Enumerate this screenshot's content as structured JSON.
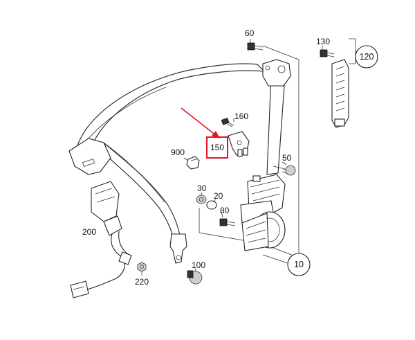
{
  "diagram": {
    "callouts": [
      {
        "id": "c60",
        "text": "60"
      },
      {
        "id": "c130",
        "text": "130"
      },
      {
        "id": "c120",
        "text": "120"
      },
      {
        "id": "c160",
        "text": "160"
      },
      {
        "id": "c150",
        "text": "150"
      },
      {
        "id": "c900",
        "text": "900"
      },
      {
        "id": "c50",
        "text": "50"
      },
      {
        "id": "c30",
        "text": "30"
      },
      {
        "id": "c20",
        "text": "20"
      },
      {
        "id": "c80",
        "text": "80"
      },
      {
        "id": "c200",
        "text": "200"
      },
      {
        "id": "c100",
        "text": "100"
      },
      {
        "id": "c220",
        "text": "220"
      },
      {
        "id": "c10",
        "text": "10"
      }
    ],
    "highlight": {
      "part": "150",
      "color": "#e0141e"
    }
  }
}
